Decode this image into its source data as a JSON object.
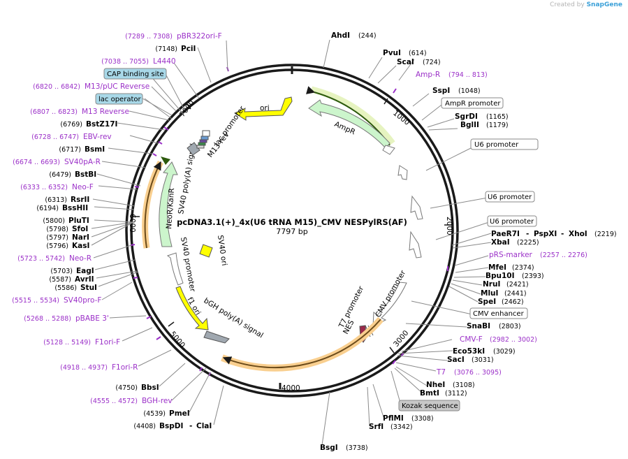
{
  "credit": {
    "prefix": "Created by",
    "brand": "SnapGene"
  },
  "map": {
    "name": "pcDNA3.1(+)_4x(U6 tRNA M15)_CMV NESPylRS(AF)",
    "length_label": "7797 bp",
    "length": 7797
  },
  "ticks": [
    "1000",
    "2000",
    "3000",
    "4000",
    "5000",
    "6000",
    "7000"
  ],
  "sites_right": [
    {
      "name": "AhdI",
      "pos": "(244)"
    },
    {
      "name": "PvuI",
      "pos": "(614)"
    },
    {
      "name": "ScaI",
      "pos": "(724)"
    },
    {
      "name": "SspI",
      "pos": "(1048)"
    },
    {
      "name": "SgrDI",
      "pos": "(1165)"
    },
    {
      "name": "BglII",
      "pos": "(1179)"
    },
    {
      "name": "PaeR7I",
      "name2": "PspXI",
      "name3": "XhoI",
      "pos": "(2219)"
    },
    {
      "name": "XbaI",
      "pos": "(2225)"
    },
    {
      "name": "MfeI",
      "pos": "(2374)"
    },
    {
      "name": "Bpu10I",
      "pos": "(2393)"
    },
    {
      "name": "NruI",
      "pos": "(2421)"
    },
    {
      "name": "MluI",
      "pos": "(2441)"
    },
    {
      "name": "SpeI",
      "pos": "(2462)"
    },
    {
      "name": "SnaBI",
      "pos": "(2803)"
    },
    {
      "name": "Eco53kI",
      "pos": "(3029)"
    },
    {
      "name": "SacI",
      "pos": "(3031)"
    },
    {
      "name": "NheI",
      "pos": "(3108)"
    },
    {
      "name": "BmtI",
      "pos": "(3112)"
    },
    {
      "name": "PflMI",
      "pos": "(3308)"
    },
    {
      "name": "SrfI",
      "pos": "(3342)"
    },
    {
      "name": "BsgI",
      "pos": "(3738)"
    }
  ],
  "sites_left": [
    {
      "name": "PciI",
      "pos": "(7148)"
    },
    {
      "name": "BstZ17I",
      "pos": "(6769)"
    },
    {
      "name": "BsmI",
      "pos": "(6717)"
    },
    {
      "name": "BstBI",
      "pos": "(6479)"
    },
    {
      "name": "RsrII",
      "pos": "(6313)"
    },
    {
      "name": "BssHII",
      "pos": "(6194)"
    },
    {
      "name": "PluTI",
      "pos": "(5800)"
    },
    {
      "name": "SfoI",
      "pos": "(5798)"
    },
    {
      "name": "NarI",
      "pos": "(5797)"
    },
    {
      "name": "KasI",
      "pos": "(5796)"
    },
    {
      "name": "EagI",
      "pos": "(5703)"
    },
    {
      "name": "AvrII",
      "pos": "(5587)"
    },
    {
      "name": "StuI",
      "pos": "(5586)"
    },
    {
      "name": "BbsI",
      "pos": "(4750)"
    },
    {
      "name": "PmeI",
      "pos": "(4539)"
    },
    {
      "name": "BspDI",
      "name2": "ClaI",
      "pos": "(4408)"
    }
  ],
  "primers_right": [
    {
      "name": "Amp-R",
      "range": "(794 .. 813)"
    },
    {
      "name": "pRS-marker",
      "range": "(2257 .. 2276)"
    },
    {
      "name": "CMV-F",
      "range": "(2982 .. 3002)"
    },
    {
      "name": "T7",
      "range": "(3076 .. 3095)"
    }
  ],
  "primers_left": [
    {
      "name": "pBR322ori-F",
      "range": "(7289 .. 7308)"
    },
    {
      "name": "L4440",
      "range": "(7038 .. 7055)"
    },
    {
      "name": "M13/pUC Reverse",
      "range": "(6820 .. 6842)"
    },
    {
      "name": "M13 Reverse",
      "range": "(6807 .. 6823)"
    },
    {
      "name": "EBV-rev",
      "range": "(6728 .. 6747)"
    },
    {
      "name": "SV40pA-R",
      "range": "(6674 .. 6693)"
    },
    {
      "name": "Neo-F",
      "range": "(6333 .. 6352)"
    },
    {
      "name": "Neo-R",
      "range": "(5723 .. 5742)"
    },
    {
      "name": "SV40pro-F",
      "range": "(5515 .. 5534)"
    },
    {
      "name": "pBABE 3'",
      "range": "(5268 .. 5288)"
    },
    {
      "name": "F1ori-F",
      "range": "(5128 .. 5149)"
    },
    {
      "name": "F1ori-R",
      "range": "(4918 .. 4937)"
    },
    {
      "name": "BGH-rev",
      "range": "(4555 .. 4572)"
    }
  ],
  "boxed_features": {
    "ampr_promoter": "AmpR promoter",
    "u6_1": "U6 promoter",
    "u6_2": "U6 promoter",
    "u6_3": "U6 promoter",
    "cmv_enhancer": "CMV enhancer",
    "kozak": "Kozak sequence",
    "cap": "CAP binding site",
    "lac_operator": "lac operator"
  },
  "features": {
    "ori": "ori",
    "ampr": "AmpR",
    "lac_promoter": "lac promoter",
    "m13_rev": "M13 rev",
    "sv40_polya": "SV40 poly(A) signal",
    "neor": "NeoR/KanR",
    "sv40_ori": "SV40 ori",
    "sv40_promoter": "SV40 promoter",
    "f1_ori": "f1 ori",
    "bgh": "bGH poly(A) signal",
    "t7_promoter": "T7 promoter",
    "cmv_promoter": "CMV promoter",
    "nes": "NES"
  },
  "colors": {
    "backbone": "#1a1a1a",
    "primer": "#9b30c8",
    "ori": "#ffff00",
    "ampr": "#ccf5cc",
    "orf_highlight": "#f9cf8f",
    "orf_line": "#6a4a1a",
    "promoter": "#ffffff",
    "polya": "#a0a8b0",
    "boxed_blue": "#a8d8e8",
    "boxed_gray": "#c8c8c8"
  }
}
